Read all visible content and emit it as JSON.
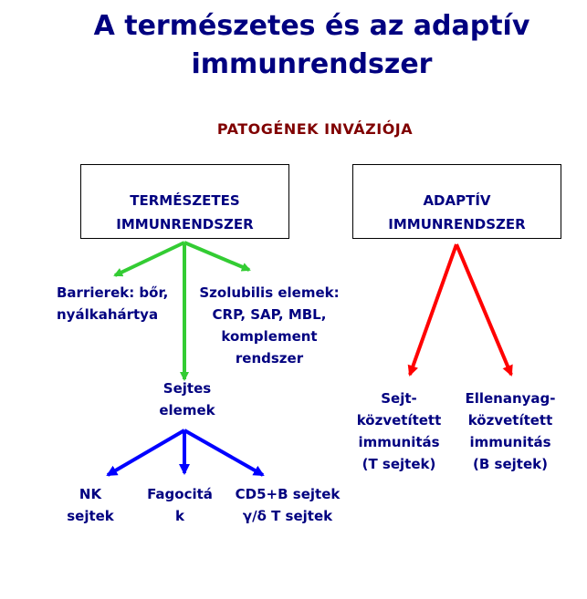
{
  "title": {
    "line1": "A természetes és az adaptív",
    "line2": "immunrendszer"
  },
  "subtitle": "PATOGÉNEK INVÁZIÓJA",
  "innate": {
    "box_line1": "TERMÉSZETES",
    "box_line2": "IMMUNRENDSZER",
    "barriers_line1": "Barrierek: bőr,",
    "barriers_line2": "nyálkahártya",
    "soluble_line1": "Szolubilis elemek:",
    "soluble_line2": "CRP, SAP, MBL,",
    "soluble_line3": "komplement",
    "soluble_line4": "rendszer",
    "cellular_line1": "Sejtes",
    "cellular_line2": "elemek",
    "nk_line1": "NK",
    "nk_line2": "sejtek",
    "phago_line1": "Fagocitá",
    "phago_line2": "k",
    "cd5_line1": "CD5+B sejtek",
    "cd5_line2": "γ/δ T sejtek"
  },
  "adaptive": {
    "box_line1": "ADAPTÍV",
    "box_line2": "IMMUNRENDSZER",
    "cell_line1": "Sejt-",
    "cell_line2": "közvetített",
    "cell_line3": "immunitás",
    "cell_line4": "(T sejtek)",
    "humoral_line1": "Ellenanyag-",
    "humoral_line2": "közvetített",
    "humoral_line3": "immunitás",
    "humoral_line4": "(B sejtek)"
  },
  "colors": {
    "title": "#000080",
    "subtitle": "#800000",
    "green_arrow": "#33cc33",
    "blue_arrow": "#0000ff",
    "red_arrow": "#ff0000"
  }
}
